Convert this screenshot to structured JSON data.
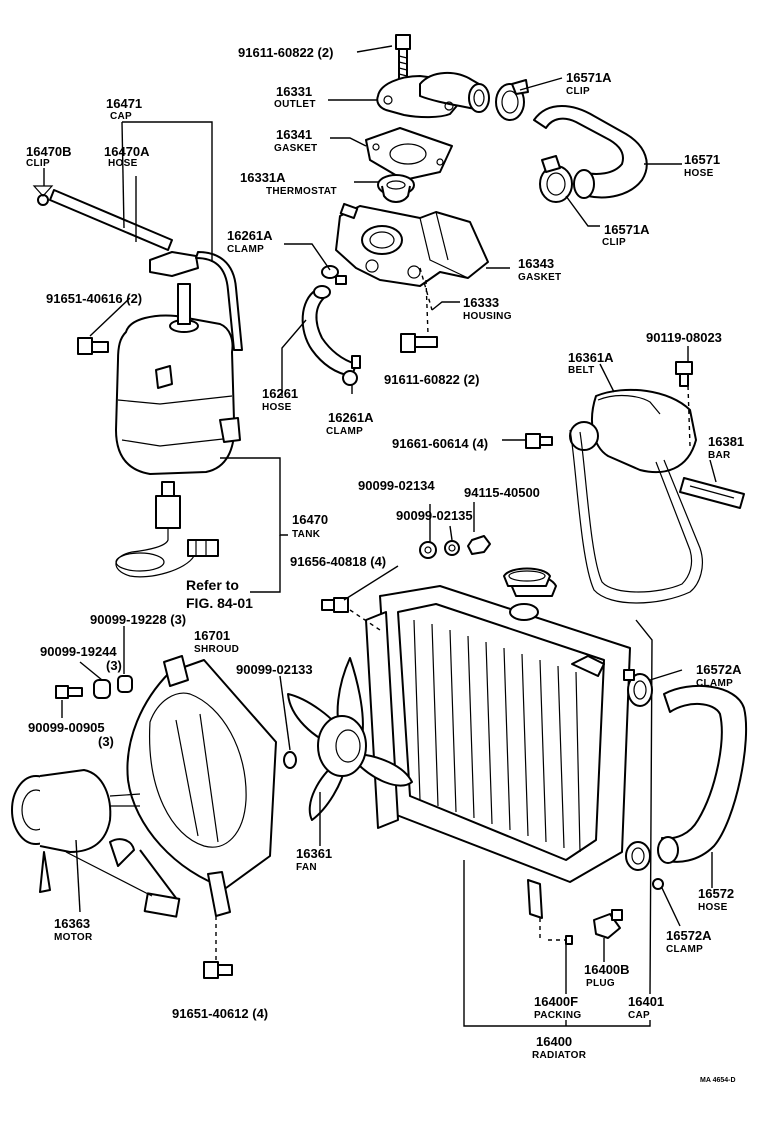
{
  "labels": {
    "bolt_91611_60822_top": {
      "pn": "91611-60822 (2)"
    },
    "outlet": {
      "pn": "16331",
      "nm": "OUTLET"
    },
    "gasket_16341": {
      "pn": "16341",
      "nm": "GASKET"
    },
    "thermostat": {
      "pn": "16331A",
      "nm": "THERMOSTAT"
    },
    "clamp_16261a_top": {
      "pn": "16261A",
      "nm": "CLAMP"
    },
    "housing": {
      "pn": "16333",
      "nm": "HOUSING"
    },
    "gasket_16343": {
      "pn": "16343",
      "nm": "GASKET"
    },
    "bolt_91611_60822_bottom": {
      "pn": "91611-60822 (2)"
    },
    "hose_16261": {
      "pn": "16261",
      "nm": "HOSE"
    },
    "clamp_16261a_bottom": {
      "pn": "16261A",
      "nm": "CLAMP"
    },
    "clip_16571a_top": {
      "pn": "16571A",
      "nm": "CLIP"
    },
    "hose_16571": {
      "pn": "16571",
      "nm": "HOSE"
    },
    "clip_16571a_bottom": {
      "pn": "16571A",
      "nm": "CLIP"
    },
    "cap_16471": {
      "pn": "16471",
      "nm": "CAP"
    },
    "clip_16470b": {
      "pn": "16470B",
      "nm": "CLIP"
    },
    "hose_16470a": {
      "pn": "16470A",
      "nm": "HOSE"
    },
    "bolt_91651_40616": {
      "pn": "91651-40616 (2)"
    },
    "tank": {
      "pn": "16470",
      "nm": "TANK"
    },
    "refer": {
      "line1": "Refer to",
      "line2": "FIG. 84-01"
    },
    "bolt_90119_08023": {
      "pn": "90119-08023"
    },
    "belt": {
      "pn": "16361A",
      "nm": "BELT"
    },
    "bolt_91661_60614": {
      "pn": "91661-60614 (4)"
    },
    "bar": {
      "pn": "16381",
      "nm": "BAR"
    },
    "washer_90099_02134": {
      "pn": "90099-02134"
    },
    "washer_90099_02135": {
      "pn": "90099-02135"
    },
    "nut_94115_40500": {
      "pn": "94115-40500"
    },
    "bolt_91656_40818": {
      "pn": "91656-40818 (4)"
    },
    "part_90099_19228": {
      "pn": "90099-19228 (3)"
    },
    "shroud": {
      "pn": "16701",
      "nm": "SHROUD"
    },
    "part_90099_19244": {
      "pn": "90099-19244",
      "qty": "(3)"
    },
    "part_90099_02133": {
      "pn": "90099-02133"
    },
    "part_90099_00905": {
      "pn": "90099-00905",
      "qty": "(3)"
    },
    "clamp_16572a_top": {
      "pn": "16572A",
      "nm": "CLAMP"
    },
    "fan": {
      "pn": "16361",
      "nm": "FAN"
    },
    "hose_16572": {
      "pn": "16572",
      "nm": "HOSE"
    },
    "motor": {
      "pn": "16363",
      "nm": "MOTOR"
    },
    "clamp_16572a_bottom": {
      "pn": "16572A",
      "nm": "CLAMP"
    },
    "plug": {
      "pn": "16400B",
      "nm": "PLUG"
    },
    "packing": {
      "pn": "16400F",
      "nm": "PACKING"
    },
    "cap_16401": {
      "pn": "16401",
      "nm": "CAP"
    },
    "radiator": {
      "pn": "16400",
      "nm": "RADIATOR"
    },
    "bolt_91651_40612": {
      "pn": "91651-40612 (4)"
    }
  },
  "footer": {
    "code": "MA 4654-D"
  }
}
